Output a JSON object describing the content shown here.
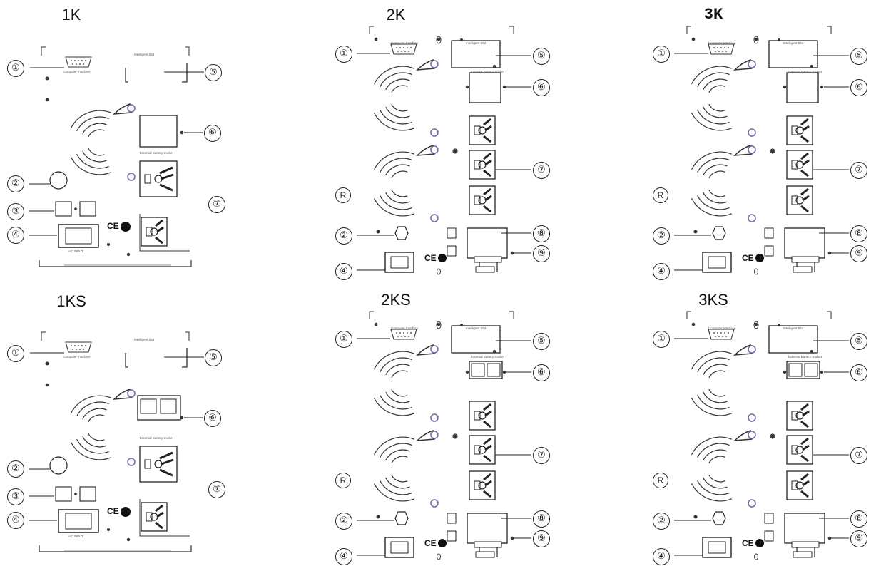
{
  "panels": [
    {
      "id": "1k",
      "title": "1K",
      "mono": false,
      "type": "small",
      "battery": "socket",
      "callouts": [
        "1",
        "2",
        "3",
        "4",
        "5",
        "6",
        "7"
      ]
    },
    {
      "id": "2k",
      "title": "2K",
      "mono": false,
      "type": "large",
      "battery": "socket",
      "callouts": [
        "1",
        "2",
        "4",
        "5",
        "6",
        "7",
        "8",
        "9"
      ],
      "reg_mark": "R"
    },
    {
      "id": "3k",
      "title": "3K",
      "mono": true,
      "type": "large",
      "battery": "socket",
      "callouts": [
        "1",
        "2",
        "4",
        "5",
        "6",
        "7",
        "8",
        "9"
      ],
      "reg_mark": "R"
    },
    {
      "id": "1ks",
      "title": "1KS",
      "mono": false,
      "type": "small",
      "battery": "terminal",
      "callouts": [
        "1",
        "2",
        "3",
        "4",
        "5",
        "6",
        "7"
      ]
    },
    {
      "id": "2ks",
      "title": "2KS",
      "mono": false,
      "type": "large",
      "battery": "terminal",
      "callouts": [
        "1",
        "2",
        "4",
        "5",
        "6",
        "7",
        "8",
        "9"
      ],
      "reg_mark": "R"
    },
    {
      "id": "3ks",
      "title": "3KS",
      "mono": false,
      "type": "large",
      "battery": "terminal",
      "callouts": [
        "1",
        "2",
        "4",
        "5",
        "6",
        "7",
        "8",
        "9"
      ],
      "reg_mark": "R"
    }
  ],
  "labels": {
    "computer_interface": "Computer Interface",
    "intelligent_slot": "Intelligent Slot",
    "ext_battery": "External Battery Socket",
    "ac_input": "AC INPUT",
    "ce": "CE"
  }
}
